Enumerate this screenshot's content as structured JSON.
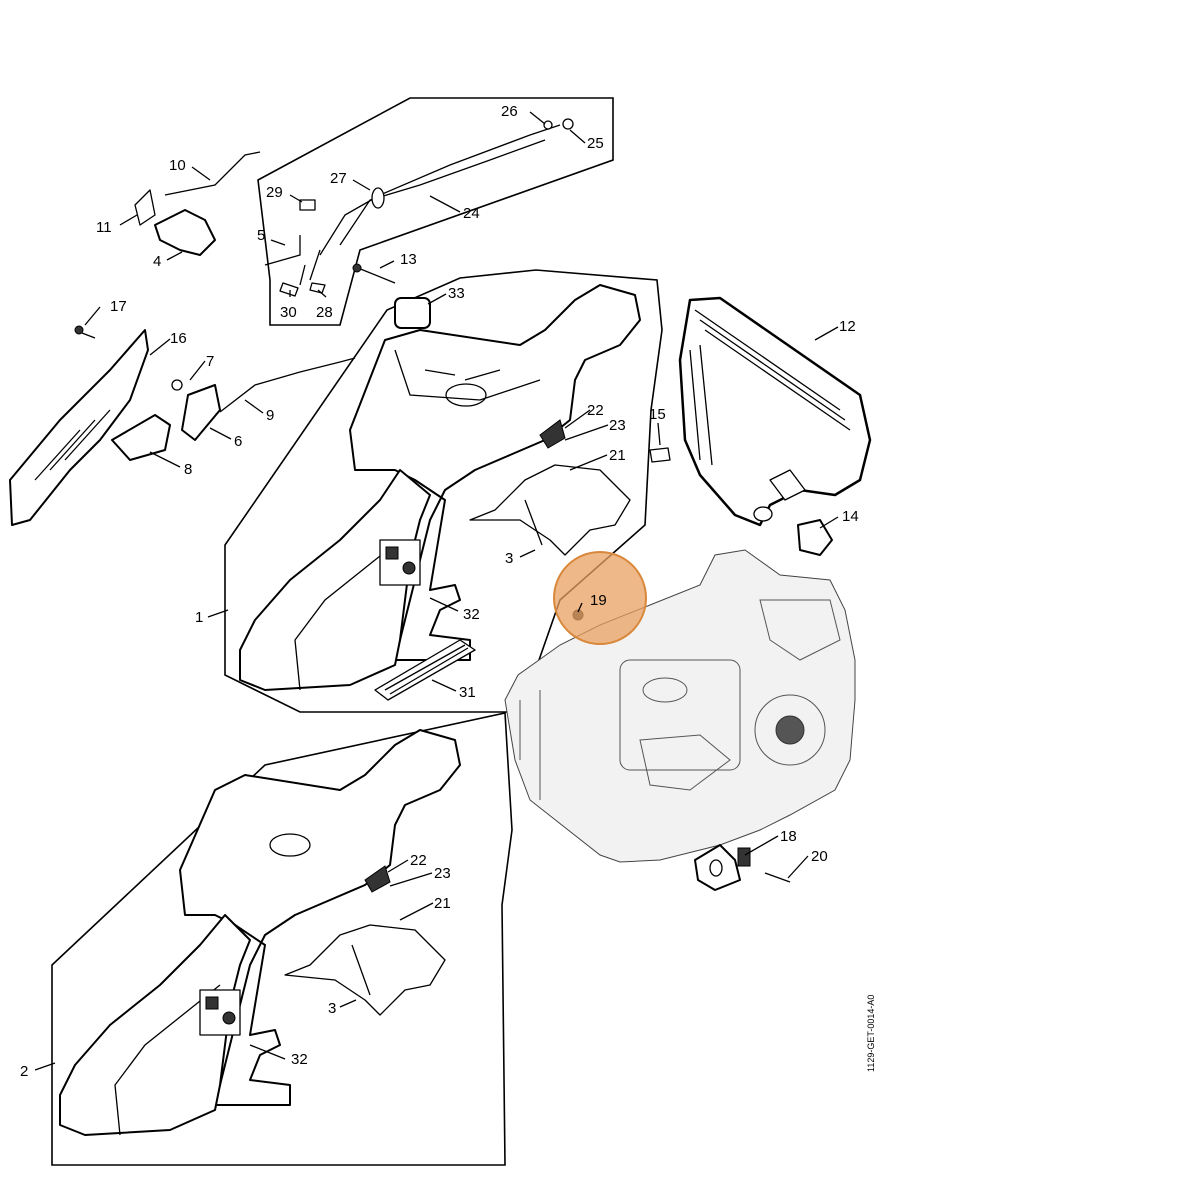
{
  "diagram": {
    "drawing_code": "1129-GET-0014-A0",
    "highlight": {
      "part": "19",
      "color": "#E8A060"
    },
    "callouts": [
      "1",
      "2",
      "3",
      "3",
      "4",
      "5",
      "6",
      "7",
      "8",
      "9",
      "10",
      "11",
      "12",
      "13",
      "14",
      "15",
      "16",
      "17",
      "18",
      "19",
      "20",
      "21",
      "21",
      "22",
      "22",
      "23",
      "23",
      "24",
      "25",
      "26",
      "27",
      "28",
      "29",
      "30",
      "31",
      "32",
      "32",
      "33"
    ]
  }
}
